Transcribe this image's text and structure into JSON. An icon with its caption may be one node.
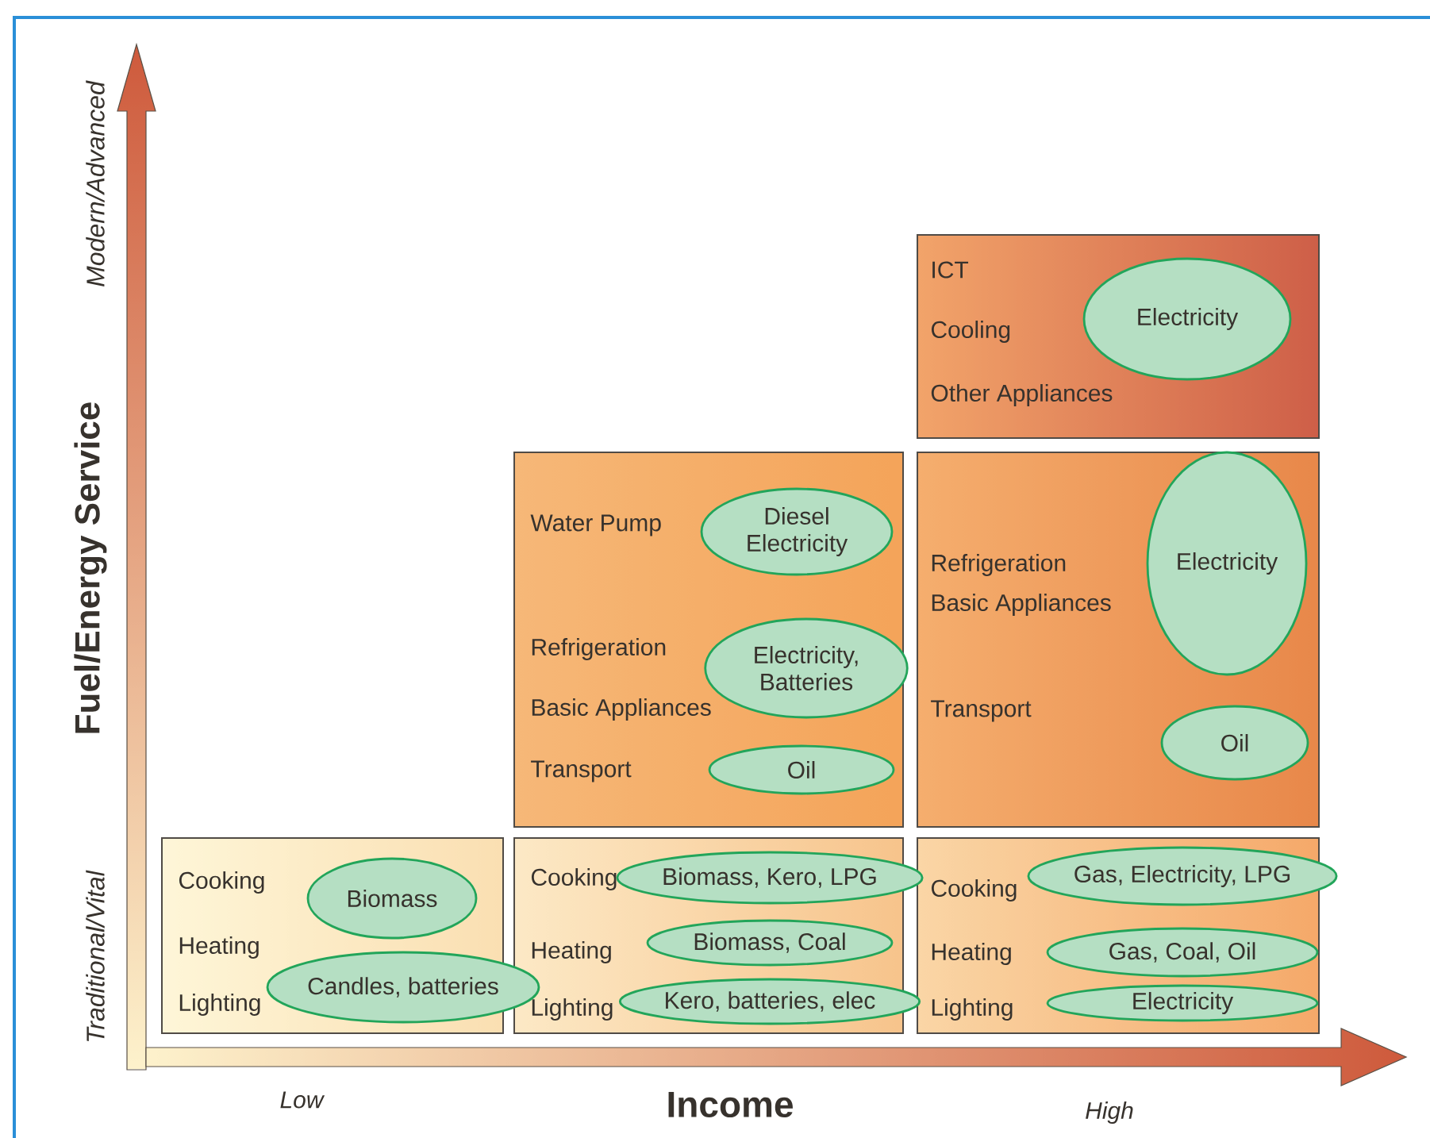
{
  "diagram": {
    "nodes": [
      {
        "text": [
          "ICT",
          "Cooling",
          "Other Appliances"
        ]
      },
      {
        "text": [
          "Electricity"
        ],
        "in": 0
      },
      {
        "text": [
          "Water Pump",
          "Refrigeration",
          "Basic Appliances",
          "Transport"
        ]
      },
      {
        "text": [
          "Diesel Electricity"
        ],
        "in": 2
      },
      {
        "text": [
          "Electricity, Batteries"
        ],
        "in": 2
      },
      {
        "text": [
          "Oil"
        ],
        "in": 2
      },
      {
        "text": [
          "Refrigeration",
          "Basic Appliances",
          "Transport"
        ]
      },
      {
        "text": [
          "Electricity"
        ],
        "in": 6
      },
      {
        "text": [
          "Oil"
        ],
        "in": 6
      },
      {
        "text": [
          "Cooking",
          "Heating",
          "Lighting"
        ]
      },
      {
        "text": [
          "Biomass"
        ],
        "in": 9
      },
      {
        "text": [
          "Candles, batteries"
        ],
        "in": 9
      },
      {
        "text": [
          "Cooking",
          "Heating",
          "Lighting"
        ]
      },
      {
        "text": [
          "Biomass, Kero, LPG"
        ],
        "in": 12
      },
      {
        "text": [
          "Biomass, Coal"
        ],
        "in": 12
      },
      {
        "text": [
          "Kero, batteries, elec"
        ],
        "in": 12
      },
      {
        "text": [
          "Cooking",
          "Heating",
          "Lighting"
        ]
      },
      {
        "text": [
          "Gas, Electricity, LPG"
        ],
        "in": 16
      },
      {
        "text": [
          "Gas, Coal, Oil"
        ],
        "in": 16
      },
      {
        "text": [
          "Electricity"
        ],
        "in": 16
      }
    ],
    "labels": [
      "Modern/Advanced",
      "Fuel/Energy Service",
      "Traditional/Vital",
      "Low",
      "Income",
      "High"
    ]
  }
}
